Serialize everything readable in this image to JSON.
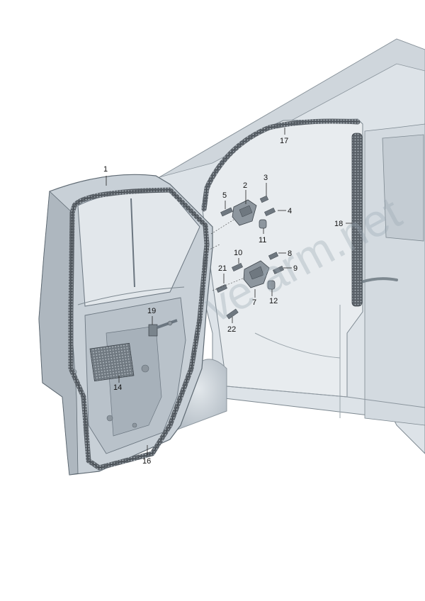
{
  "diagram": {
    "colors": {
      "body_fill": "#dbe1e6",
      "body_shade": "#c3ccd3",
      "door_fill": "#c9d1d8",
      "door_edge": "#6b7680",
      "seal": "#5a6168",
      "seal_dots": "#9aa3aa",
      "part_fill": "#8d969e",
      "line": "#3b4249"
    },
    "watermark": "ve  arm.net",
    "callouts": [
      {
        "id": "c1",
        "label": "1"
      },
      {
        "id": "c2",
        "label": "2"
      },
      {
        "id": "c3",
        "label": "3"
      },
      {
        "id": "c4",
        "label": "4"
      },
      {
        "id": "c5",
        "label": "5"
      },
      {
        "id": "c7",
        "label": "7"
      },
      {
        "id": "c8",
        "label": "8"
      },
      {
        "id": "c9",
        "label": "9"
      },
      {
        "id": "c10",
        "label": "10"
      },
      {
        "id": "c11",
        "label": "11"
      },
      {
        "id": "c12",
        "label": "12"
      },
      {
        "id": "c14",
        "label": "14"
      },
      {
        "id": "c16",
        "label": "16"
      },
      {
        "id": "c17",
        "label": "17"
      },
      {
        "id": "c18",
        "label": "18"
      },
      {
        "id": "c19",
        "label": "19"
      },
      {
        "id": "c21",
        "label": "21"
      },
      {
        "id": "c22",
        "label": "22"
      }
    ]
  }
}
